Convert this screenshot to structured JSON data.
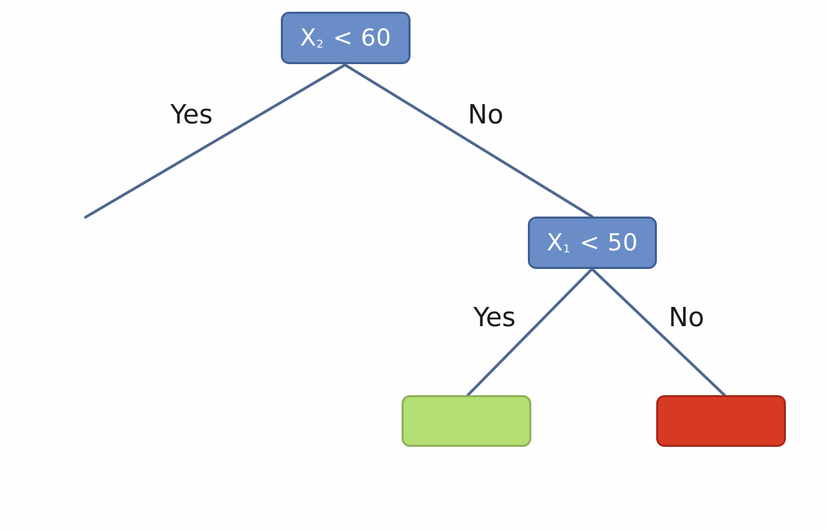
{
  "tree": {
    "root": {
      "var": "X",
      "sub": "2",
      "condition": "< 60",
      "yes_label": "Yes",
      "no_label": "No"
    },
    "x1_node": {
      "var": "X",
      "sub": "1",
      "condition": "< 50",
      "yes_label": "Yes",
      "no_label": "No"
    },
    "leaves": {
      "yes_color": "#b3df72",
      "no_color": "#d73a24"
    },
    "colors": {
      "decision_fill": "#6a8dc7",
      "decision_border": "#3f5f92",
      "edge": "#4e6790"
    }
  }
}
